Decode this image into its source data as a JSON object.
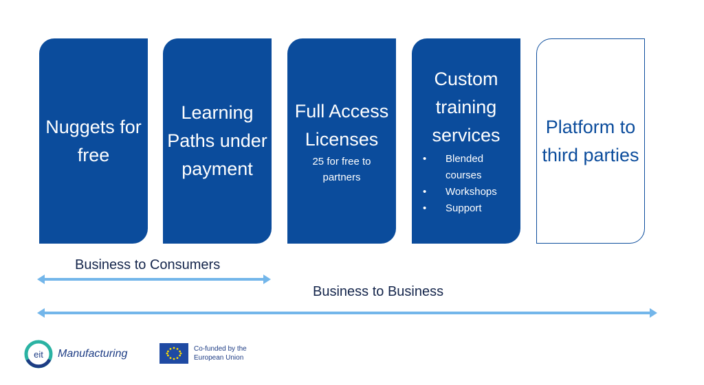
{
  "cards": [
    {
      "title": "Nuggets for free"
    },
    {
      "title": "Learning Paths under payment"
    },
    {
      "title": "Full Access Licenses",
      "sub": "25 for free to partners"
    },
    {
      "title": "Custom training services",
      "bullets": [
        "Blended courses",
        "Workshops",
        "Support"
      ]
    },
    {
      "title": "Platform to third parties"
    }
  ],
  "segments": {
    "b2c": "Business to Consumers",
    "b2b": "Business to Business"
  },
  "logos": {
    "eit_mark": "eit",
    "eit_name": "Manufacturing",
    "eu_text": "Co-funded by the European Union"
  },
  "colors": {
    "card_fill": "#0b4c9c",
    "arrow": "#73b6ea",
    "label_text": "#13244a"
  }
}
